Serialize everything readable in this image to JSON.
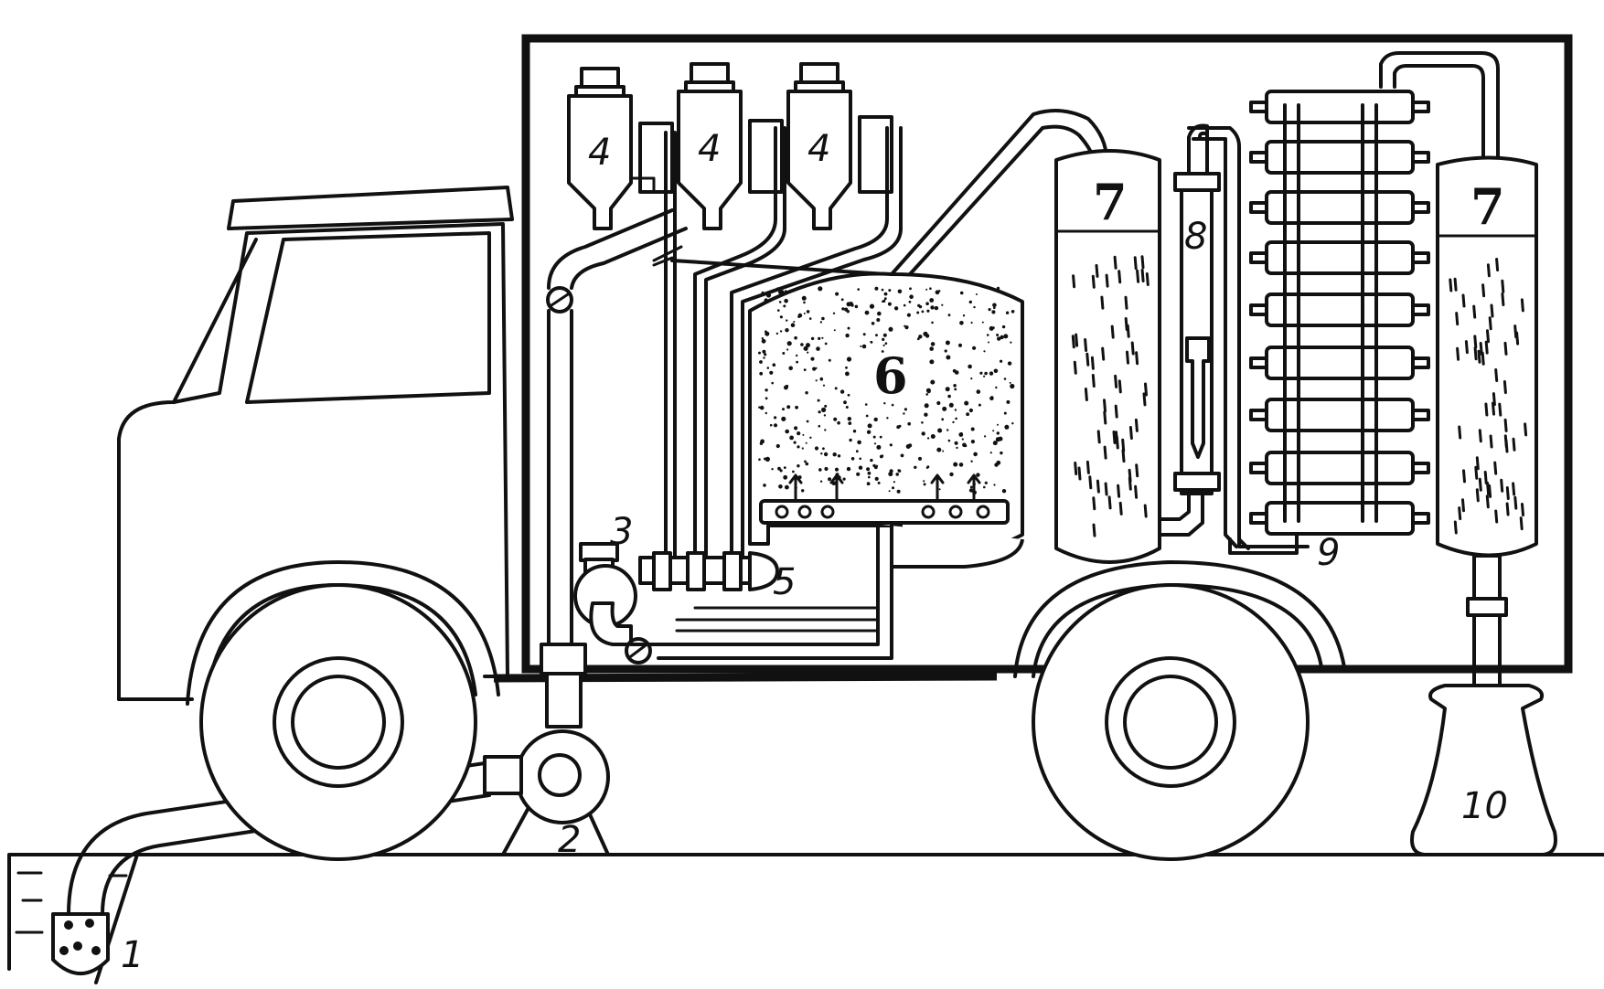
{
  "labels": {
    "l1": "1",
    "l2": "2",
    "l3": "3",
    "l4a": "4",
    "l4b": "4",
    "l4c": "4",
    "l5": "5",
    "l6": "6",
    "l7a": "7",
    "l7b": "7",
    "l8": "8",
    "l9": "9",
    "l10": "10"
  },
  "colors": {
    "ink": "#111111",
    "paper": "#ffffff"
  }
}
